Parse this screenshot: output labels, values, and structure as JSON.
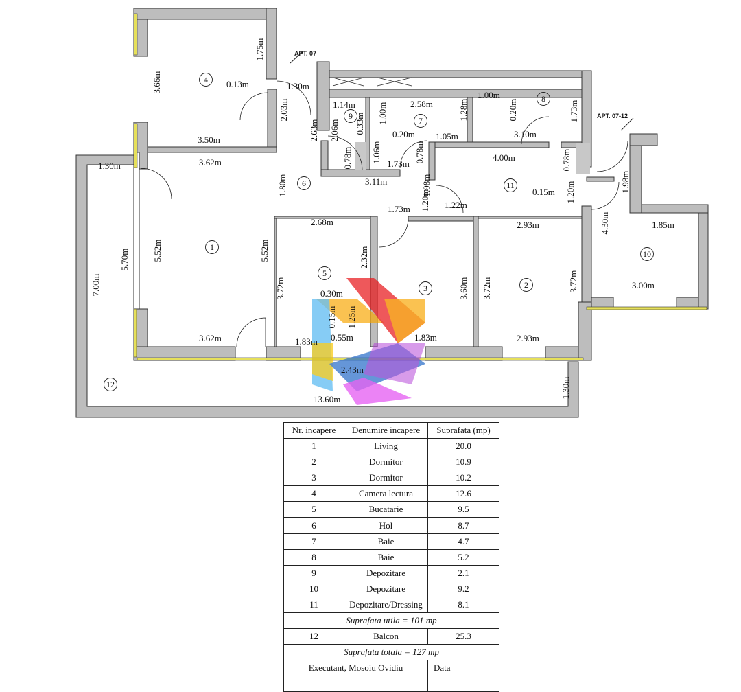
{
  "plan": {
    "apartment_labels": [
      "APT. 07",
      "APT. 07-12"
    ],
    "room_numbers": [
      "1",
      "2",
      "3",
      "4",
      "5",
      "6",
      "7",
      "8",
      "9",
      "10",
      "11",
      "12"
    ],
    "dimensions": [
      "1.75m",
      "3.66m",
      "0.13m",
      "1.30m",
      "3.50m",
      "2.03m",
      "1.14m",
      "2.58m",
      "1.00m",
      "0.20m",
      "3.10m",
      "1.73m",
      "2.63m",
      "2.06m",
      "0.33m",
      "1.00m",
      "0.20m",
      "1.28m",
      "1.05m",
      "0.78m",
      "1.06m",
      "1.73m",
      "0.78m",
      "3.11m",
      "1.30m",
      "3.62m",
      "1.80m",
      "4.00m",
      "0.78m",
      "0.15m",
      "1.20m",
      "1.98m",
      "1.98m",
      "1.20m",
      "1.22m",
      "1.73m",
      "2.68m",
      "4.30m",
      "1.85m",
      "2.93m",
      "5.70m",
      "5.52m",
      "5.52m",
      "2.32m",
      "3.60m",
      "3.72m",
      "3.72m",
      "3.00m",
      "3.72m",
      "7.00m",
      "0.30m",
      "0.15m",
      "1.25m",
      "3.62m",
      "1.83m",
      "0.55m",
      "1.83m",
      "2.93m",
      "2.43m",
      "13.60m",
      "1.30m"
    ],
    "wall_color": "#bdbdbd",
    "window_color": "#e6e05a"
  },
  "table": {
    "headers": [
      "Nr. incapere",
      "Denumire incapere",
      "Suprafata (mp)"
    ],
    "rows": [
      [
        "1",
        "Living",
        "20.0"
      ],
      [
        "2",
        "Dormitor",
        "10.9"
      ],
      [
        "3",
        "Dormitor",
        "10.2"
      ],
      [
        "4",
        "Camera lectura",
        "12.6"
      ],
      [
        "5",
        "Bucatarie",
        "9.5"
      ],
      [
        "6",
        "Hol",
        "8.7"
      ],
      [
        "7",
        "Baie",
        "4.7"
      ],
      [
        "8",
        "Baie",
        "5.2"
      ],
      [
        "9",
        "Depozitare",
        "2.1"
      ],
      [
        "10",
        "Depozitare",
        "9.2"
      ],
      [
        "11",
        "Depozitare/Dressing",
        "8.1"
      ]
    ],
    "useful_area": "Suprafata utila = 101 mp",
    "balcony_row": [
      "12",
      "Balcon",
      "25.3"
    ],
    "total_area": "Suprafata totala = 127 mp",
    "executant": "Executant, Mosoiu Ovidiu",
    "date_label": "Data"
  }
}
